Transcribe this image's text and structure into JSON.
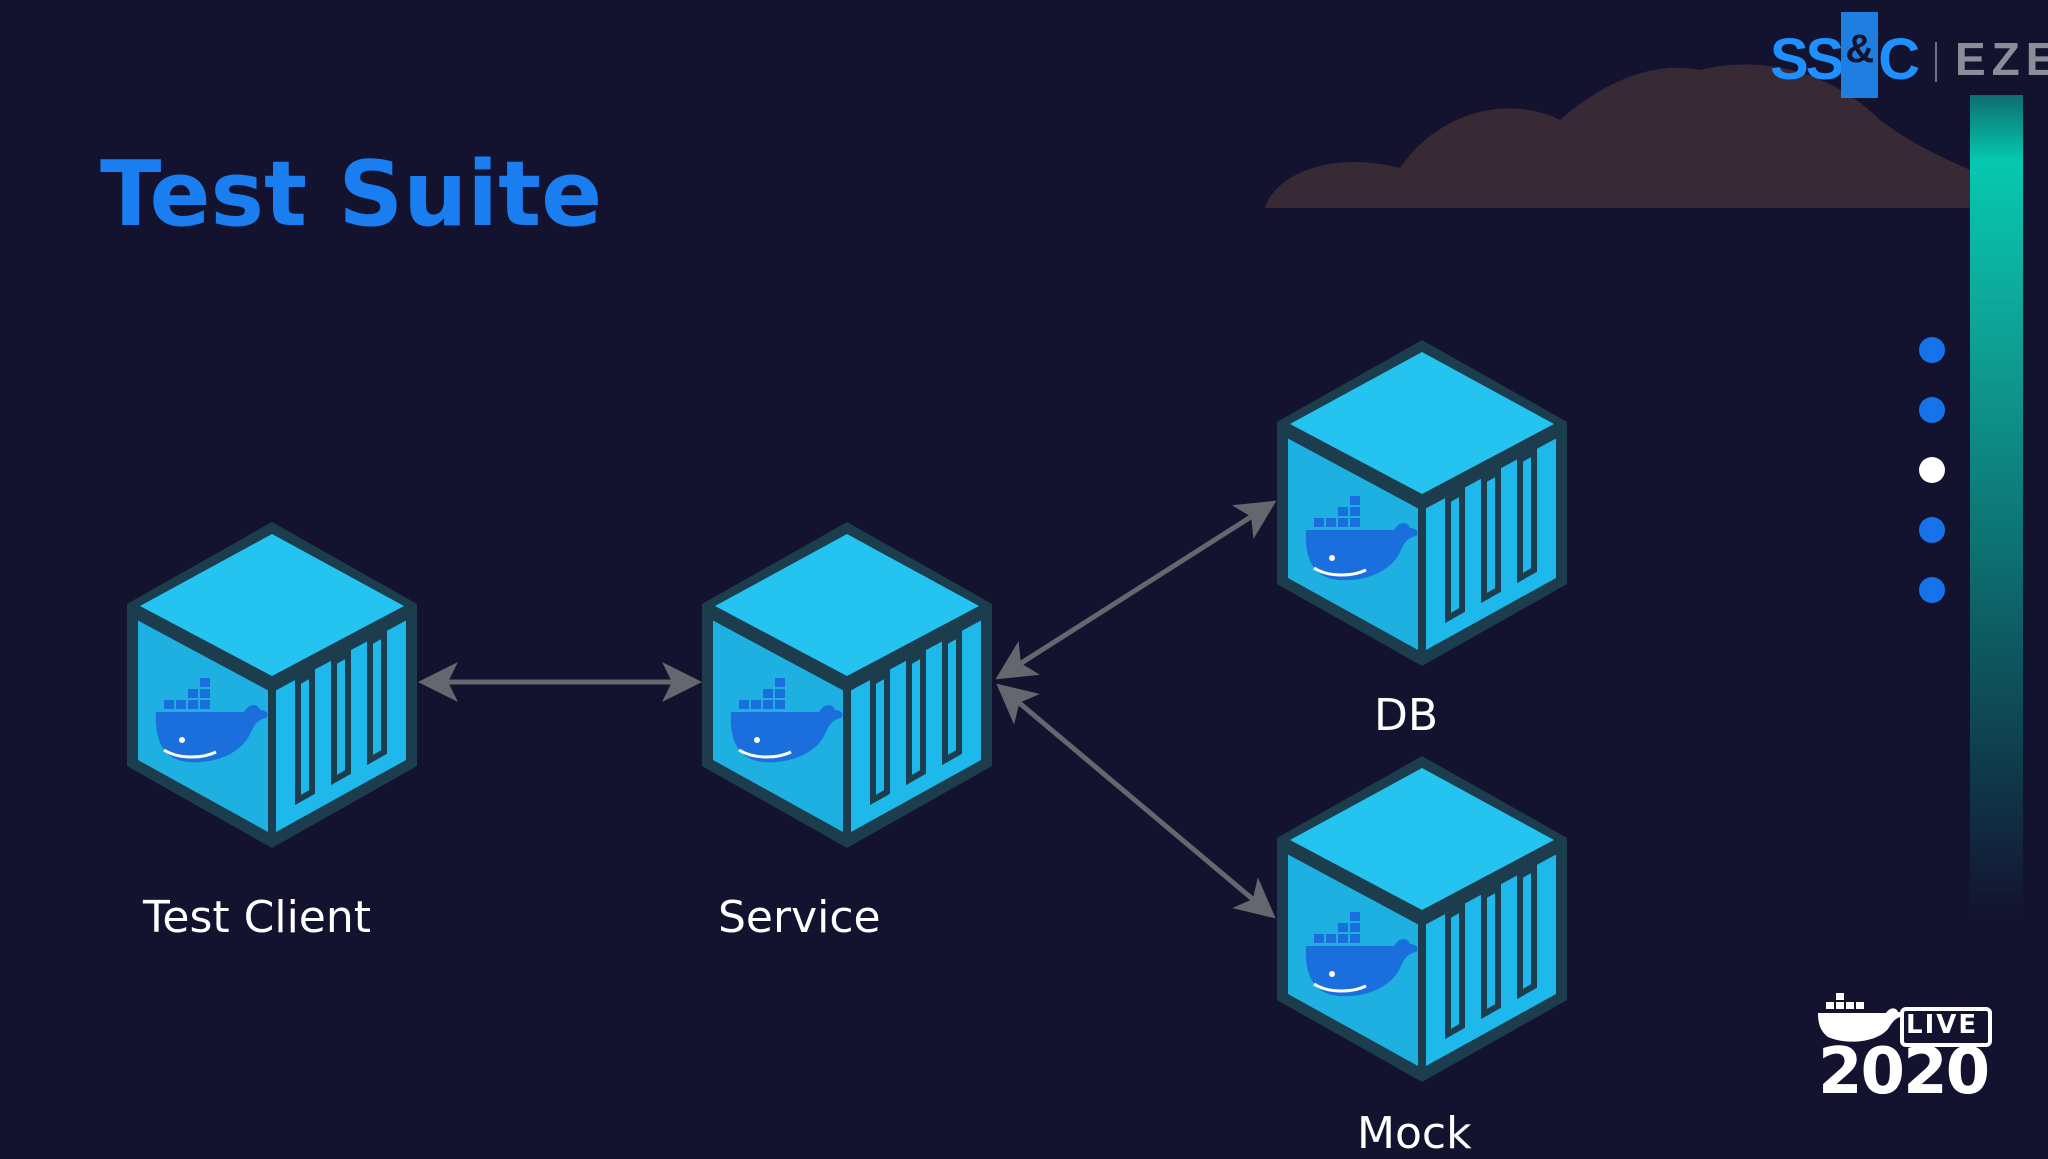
{
  "slide": {
    "title": "Test Suite"
  },
  "branding": {
    "company_logo": "SS&C",
    "company_logo_mark": "&",
    "product_logo": "EZE",
    "event_badge_year": "2020",
    "event_badge_text": "LIVE"
  },
  "nodes": [
    {
      "id": "test-client",
      "label": "Test Client"
    },
    {
      "id": "service",
      "label": "Service"
    },
    {
      "id": "db",
      "label": "DB"
    },
    {
      "id": "mock",
      "label": "Mock"
    }
  ],
  "edges": [
    {
      "from": "test-client",
      "to": "service",
      "bidirectional": true
    },
    {
      "from": "service",
      "to": "db",
      "bidirectional": true
    },
    {
      "from": "service",
      "to": "mock",
      "bidirectional": true
    }
  ],
  "navigation": {
    "dot_count": 5,
    "active_index": 2
  },
  "colors": {
    "background": "#131330",
    "title": "#1a7ef0",
    "cube_face": "#1fb8ea",
    "cube_outline": "#1c3d4e",
    "arrow": "#66666f",
    "nav_dot": "#1673ea",
    "nav_dot_active": "#ffffff"
  },
  "icons": {
    "container": "docker-container-icon",
    "whale": "docker-whale-icon"
  }
}
